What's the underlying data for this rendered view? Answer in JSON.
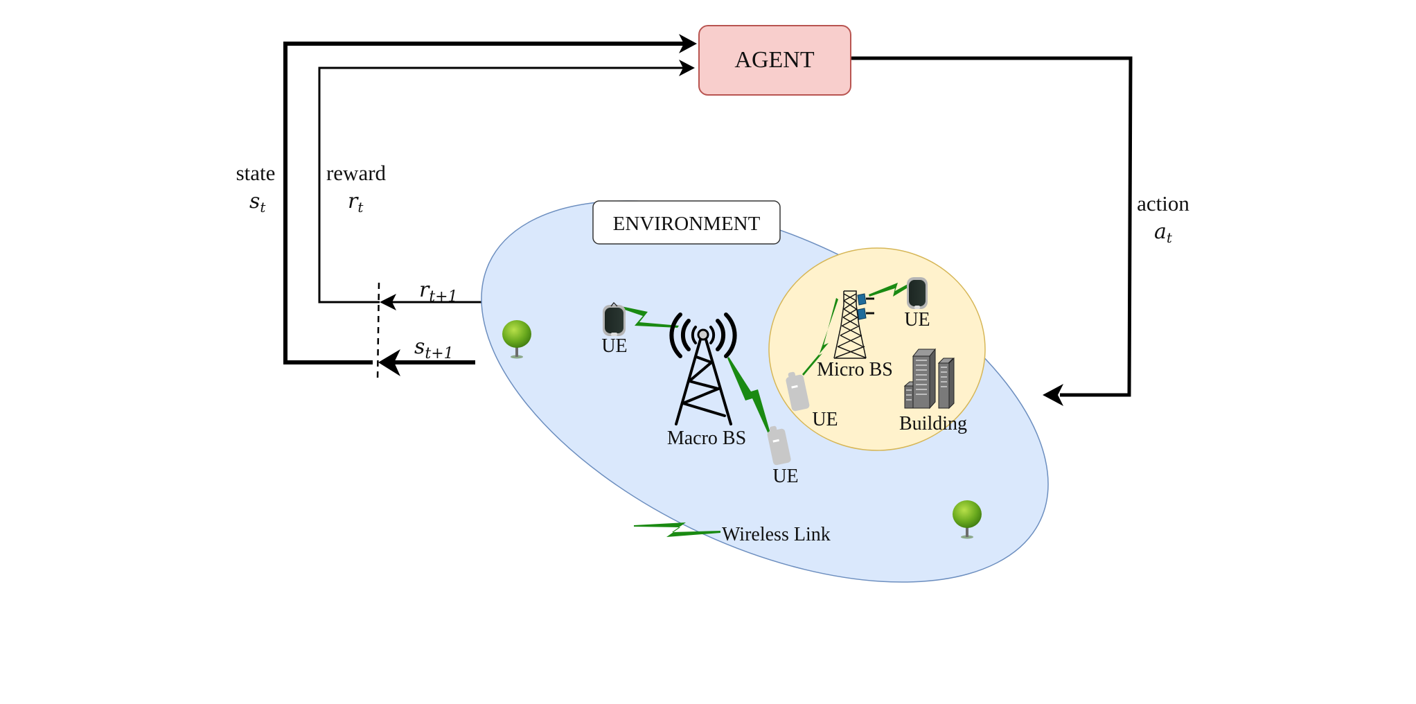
{
  "agent": {
    "label": "AGENT",
    "fill": "#f8cecc",
    "stroke": "#b85450"
  },
  "environment": {
    "label": "ENVIRONMENT",
    "fill": "#dae8fc",
    "stroke": "#6c8ebf"
  },
  "micro_cell": {
    "fill": "#fff2cc",
    "stroke": "#d6b656"
  },
  "signals": {
    "state": {
      "label": "state",
      "symbol": "s",
      "subscript": "t"
    },
    "reward": {
      "label": "reward",
      "symbol": "r",
      "subscript": "t"
    },
    "action": {
      "label": "action",
      "symbol": "a",
      "subscript": "t"
    },
    "next_reward": {
      "symbol": "r",
      "subscript": "t+1"
    },
    "next_state": {
      "symbol": "s",
      "subscript": "t+1"
    }
  },
  "nodes": {
    "macro_bs": "Macro BS",
    "micro_bs": "Micro BS",
    "building": "Building",
    "ue_labels": [
      "UE",
      "UE",
      "UE",
      "UE"
    ]
  },
  "legend": {
    "wireless_link": "Wireless Link",
    "link_color": "#1a8a12"
  }
}
